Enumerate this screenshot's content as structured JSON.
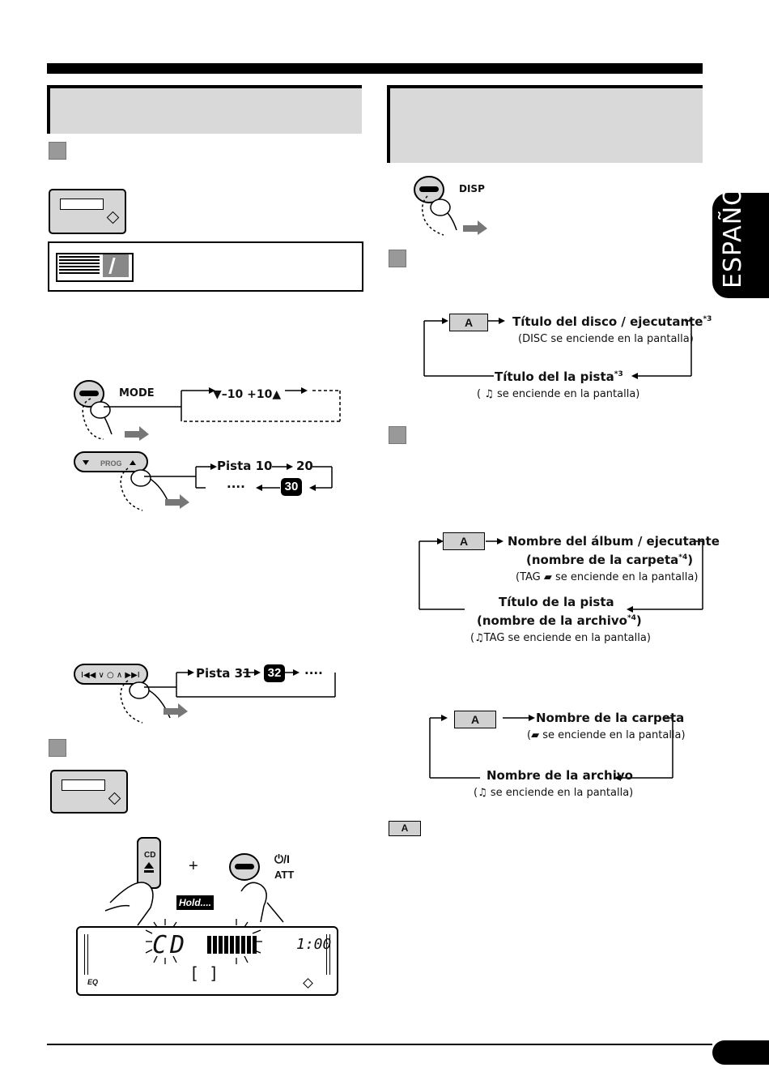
{
  "side_tab": "ESPAÑOL",
  "left": {
    "mode_label": "MODE",
    "mode_cycle": "▼–10 +10▲",
    "prog_label": "PROG",
    "track_seq": {
      "first": "Pista 10",
      "second": "20",
      "third": "30",
      "dots": "····"
    },
    "skip_seq": {
      "first": "Pista 31",
      "second": "32",
      "dots": "····"
    },
    "eject_label": "CD",
    "plus": "+",
    "power_label": "⏻/I",
    "att_label": "ATT",
    "hold_label": "Hold....",
    "lcd": {
      "main": "CD",
      "sub": "[ ]",
      "time": "1:00",
      "eq": "EQ"
    }
  },
  "right": {
    "disp_label": "DISP",
    "cd_cycle": {
      "key": "A",
      "item1": "Título del disco / ejecutante",
      "item1_sup": "*3",
      "item1_note": "(DISC se enciende en la pantalla)",
      "item2": "Título del la pista",
      "item2_sup": "*3",
      "item2_note": "( ♫ se enciende en la pantalla)"
    },
    "mp3_cycle": {
      "key": "A",
      "item1a": "Nombre del álbum / ejecutante",
      "item1b": "(nombre de la carpeta",
      "item1b_sup": "*4",
      "item1b_close": ")",
      "item1_note": "(TAG ▰ se enciende en la pantalla)",
      "item2a": "Título de la pista",
      "item2b": "(nombre de la archivo",
      "item2b_sup": "*4",
      "item2b_close": ")",
      "item2_note": "(♫TAG se enciende en la pantalla)"
    },
    "folder_cycle": {
      "key": "A",
      "item1": "Nombre de la carpeta",
      "item1_note": "(▰ se enciende en la pantalla)",
      "item2": "Nombre de la archivo",
      "item2_note": "(♫ se enciende en la pantalla)"
    },
    "legend_key": "A"
  }
}
